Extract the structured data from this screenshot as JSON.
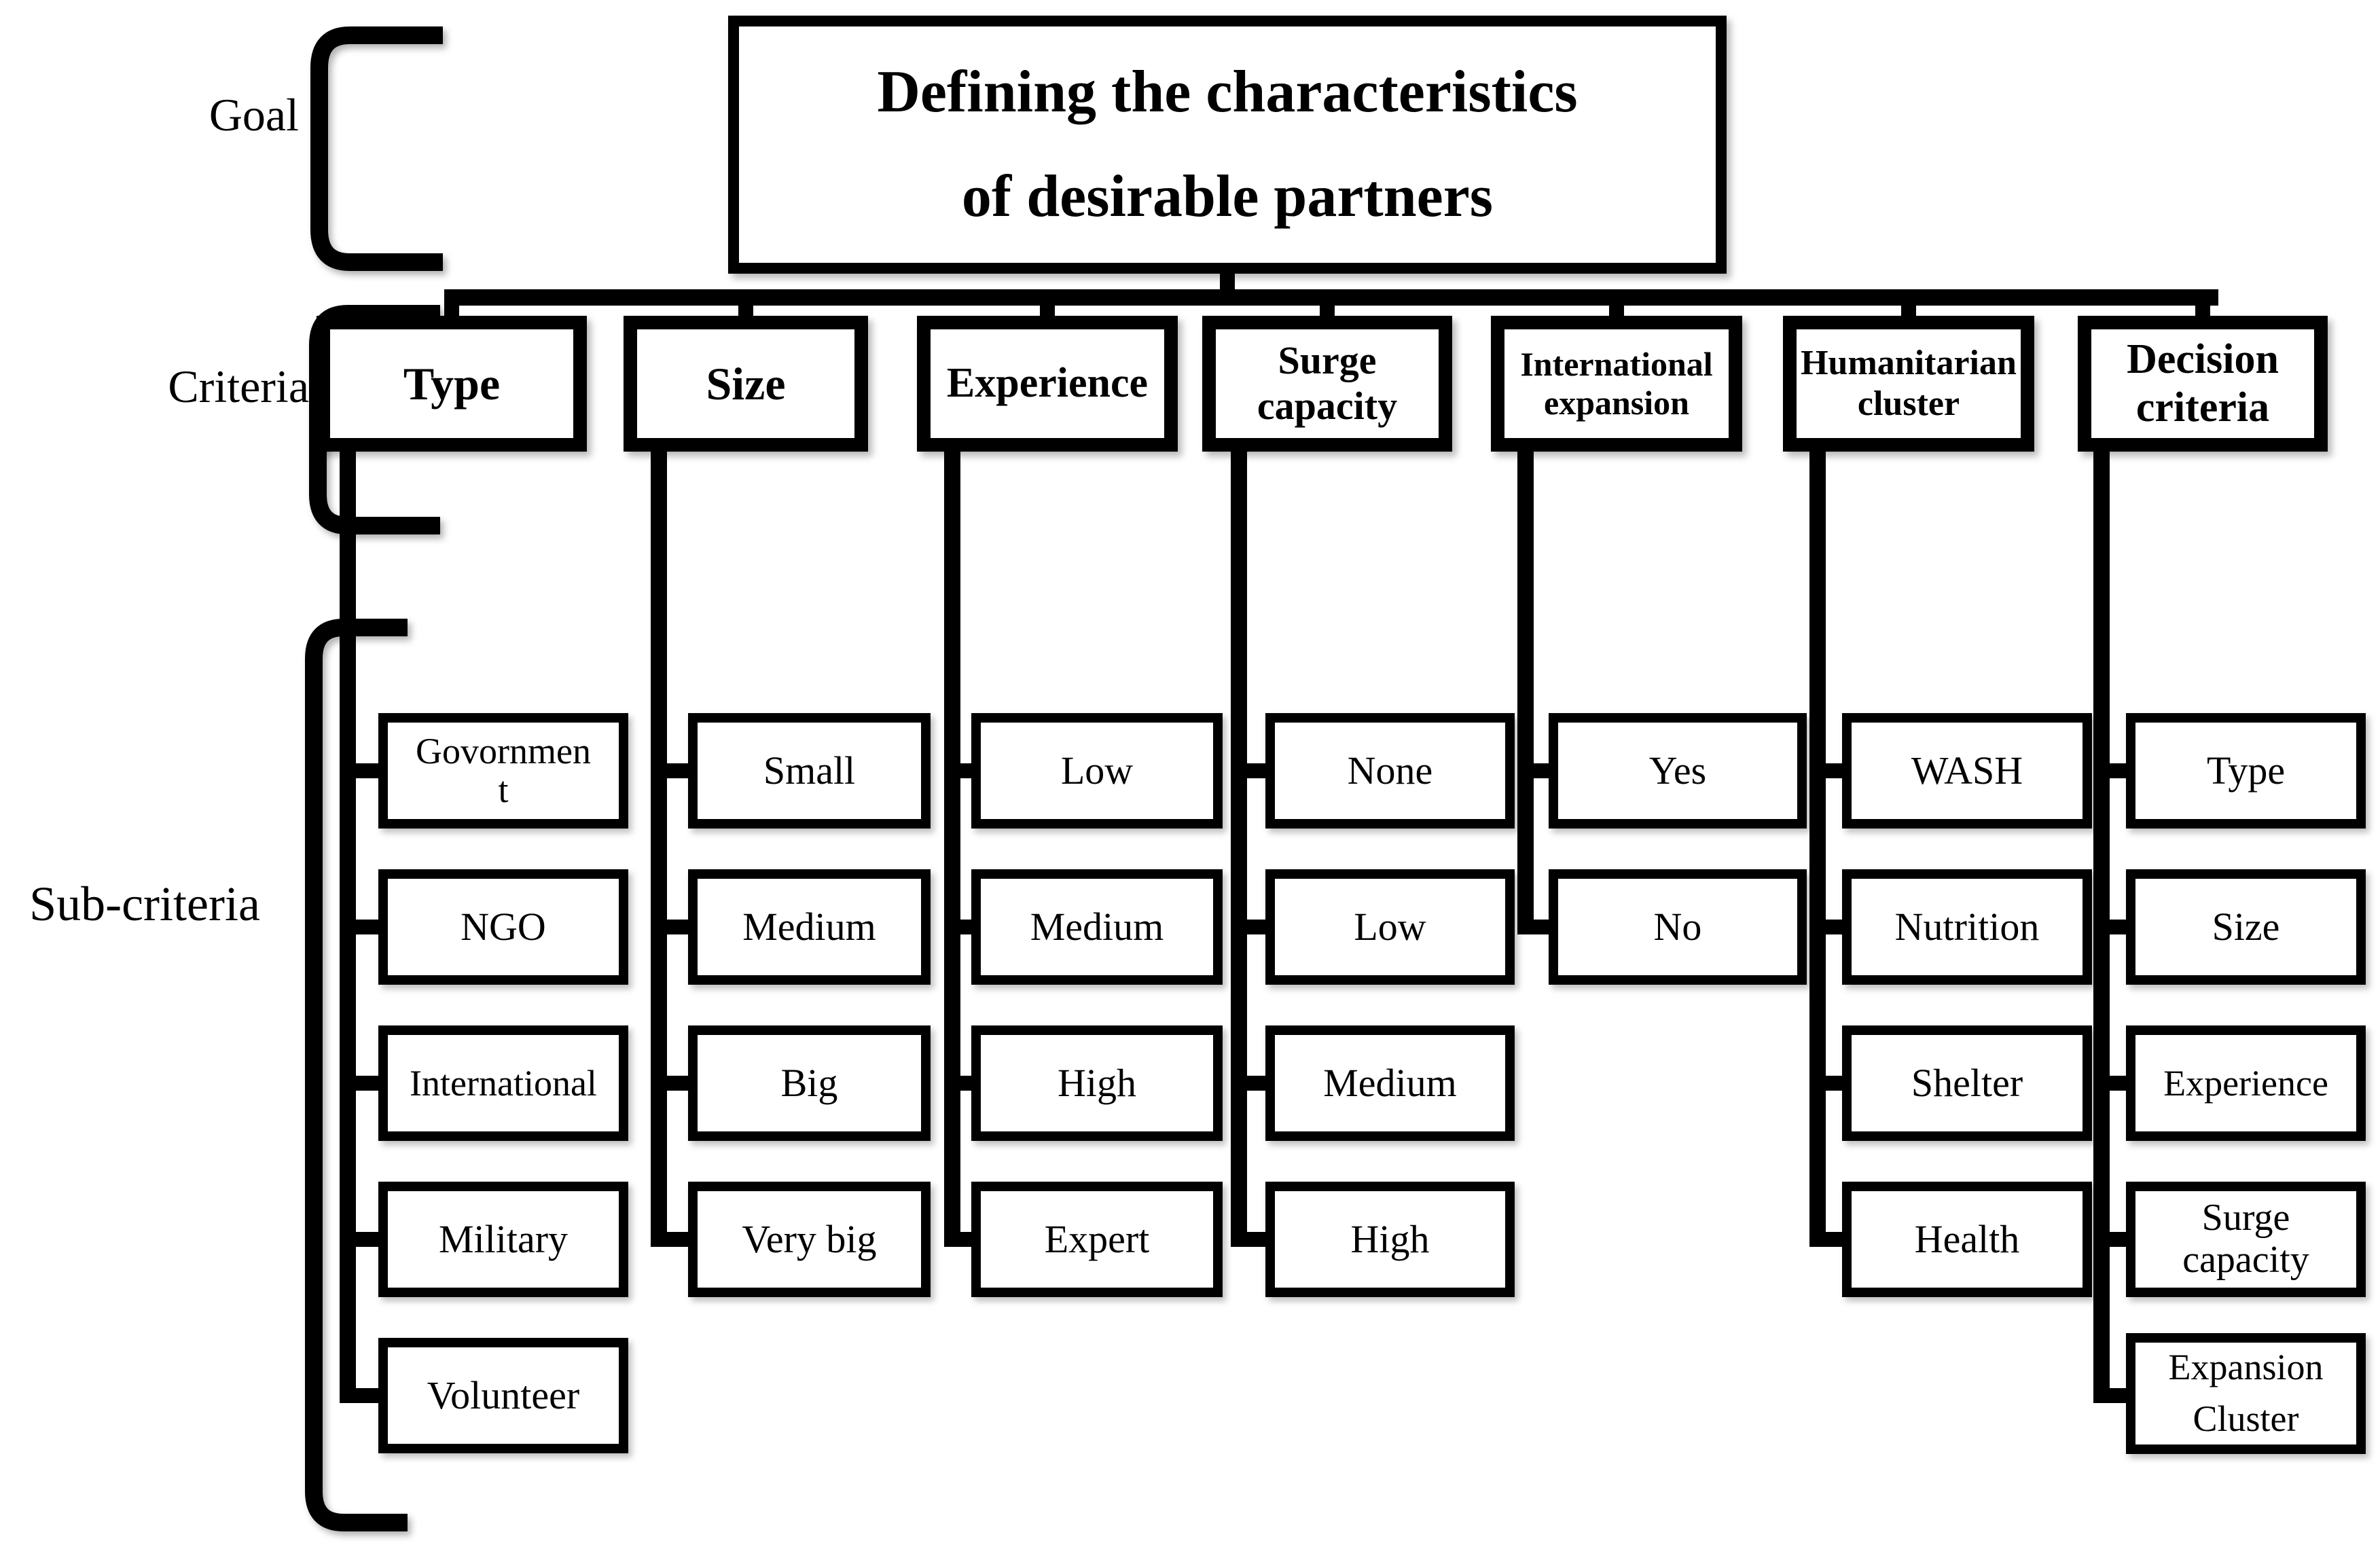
{
  "background": "#ffffff",
  "ink": "#000000",
  "title": "Defining the characteristics\nof desirable partners",
  "level_labels": {
    "goal": "Goal",
    "criteria": "Criteria",
    "subcriteria": "Sub-criteria"
  },
  "criteria": [
    {
      "label": "Type",
      "subs": [
        "Govornmen\nt",
        "NGO",
        "International",
        "Military",
        "Volunteer"
      ]
    },
    {
      "label": "Size",
      "subs": [
        "Small",
        "Medium",
        "Big",
        "Very big"
      ]
    },
    {
      "label": "Experience",
      "subs": [
        "Low",
        "Medium",
        "High",
        "Expert"
      ]
    },
    {
      "label": "Surge\ncapacity",
      "subs": [
        "None",
        "Low",
        "Medium",
        "High"
      ]
    },
    {
      "label": "International\nexpansion",
      "subs": [
        "Yes",
        "No"
      ]
    },
    {
      "label": "Humanitarian\ncluster",
      "subs": [
        "WASH",
        "Nutrition",
        "Shelter",
        "Health"
      ]
    },
    {
      "label": "Decision\ncriteria",
      "subs": [
        "Type",
        "Size",
        "Experience",
        "Surge\ncapacity",
        "Expansion\nCluster"
      ]
    }
  ]
}
